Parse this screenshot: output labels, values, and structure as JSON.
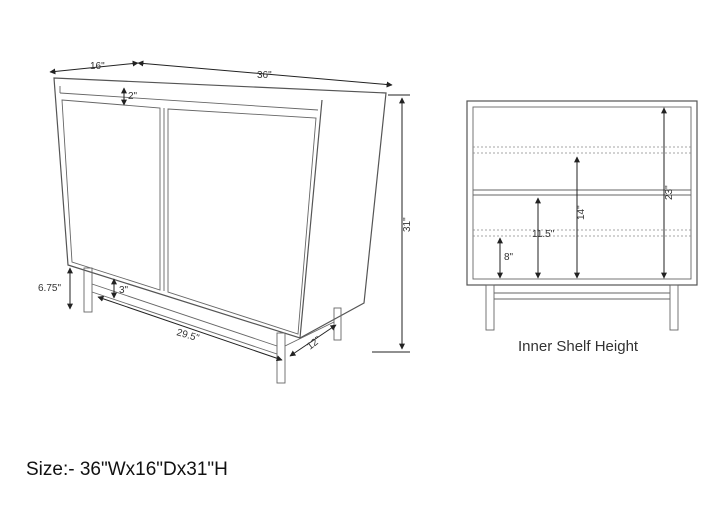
{
  "labels": {
    "depth_top": "16\"",
    "width_top": "36\"",
    "top_rail": "2\"",
    "height": "31\"",
    "leg_height": "6.75\"",
    "base_bar": "3\"",
    "inner_width": "29.5\"",
    "leg_depth": "12\"",
    "shelf_total": "23\"",
    "shelf_upper": "14\"",
    "shelf_mid": "11.5\"",
    "shelf_lower": "8\""
  },
  "caption": "Inner Shelf Height",
  "size_text": "Size:- 36\"Wx16\"Dx31\"H",
  "colors": {
    "line": "#555555",
    "text": "#333333",
    "dim": "#222222"
  }
}
